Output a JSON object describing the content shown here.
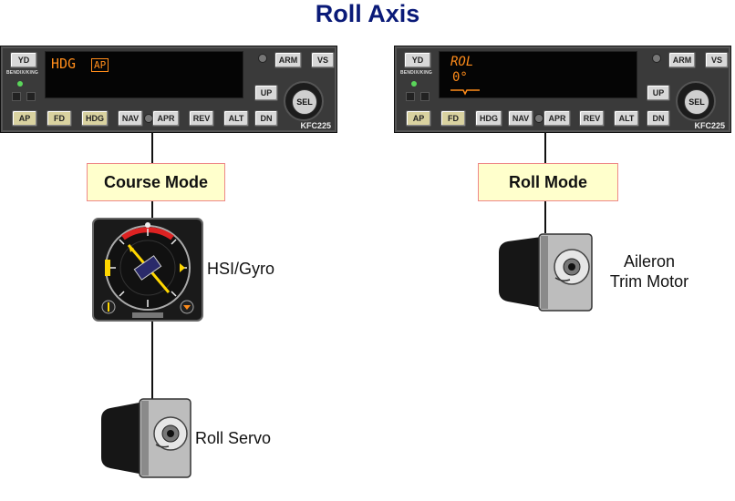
{
  "title": "Roll Axis",
  "left_unit": {
    "brand": "BENDIX/KING",
    "display": {
      "mode": "HDG",
      "annunciator": "AP"
    },
    "buttons": {
      "yd": "YD",
      "arm": "ARM",
      "vs": "VS",
      "up": "UP",
      "dn": "DN",
      "sel": "SEL",
      "row": [
        "AP",
        "FD",
        "HDG",
        "NAV",
        "APR",
        "REV",
        "ALT"
      ]
    },
    "model": "KFC225"
  },
  "right_unit": {
    "brand": "BENDIX/KING",
    "display": {
      "mode": "ROL",
      "value": "0°"
    },
    "buttons": {
      "yd": "YD",
      "arm": "ARM",
      "vs": "VS",
      "up": "UP",
      "dn": "DN",
      "sel": "SEL",
      "row": [
        "AP",
        "FD",
        "HDG",
        "NAV",
        "APR",
        "REV",
        "ALT"
      ]
    },
    "model": "KFC225"
  },
  "left_mode": "Course Mode",
  "right_mode": "Roll Mode",
  "hsi_label": "HSI/Gyro",
  "roll_servo_label": "Roll Servo",
  "aileron_label_line1": "Aileron",
  "aileron_label_line2": "Trim Motor",
  "colors": {
    "title": "#0a1a78",
    "display_text": "#ff8c1a",
    "mode_box_fill": "#ffffcc",
    "mode_box_border": "#ee8888"
  }
}
